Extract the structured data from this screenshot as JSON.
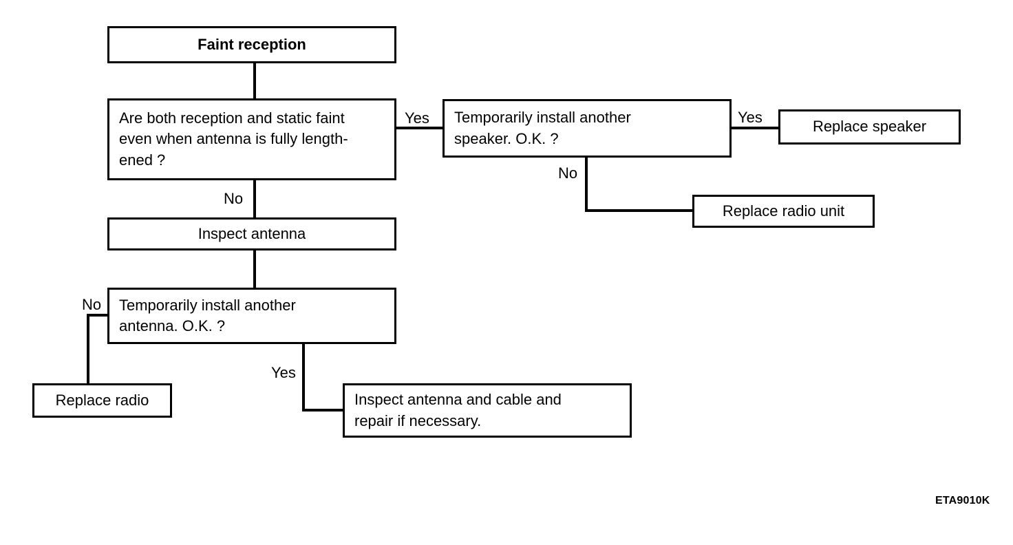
{
  "diagram": {
    "title_box": {
      "text": "Faint reception"
    },
    "nodes": [
      {
        "id": "faint-reception",
        "text": "Faint reception"
      },
      {
        "id": "both-faint-question",
        "line1": "Are both reception and static faint",
        "line2": "even when antenna is fully length-",
        "line3": "ened ?"
      },
      {
        "id": "install-speaker-question",
        "line1": "Temporarily install another",
        "line2": "speaker. O.K. ?"
      },
      {
        "id": "replace-speaker",
        "text": "Replace speaker"
      },
      {
        "id": "replace-radio-unit",
        "text": "Replace radio unit"
      },
      {
        "id": "inspect-antenna",
        "text": "Inspect antenna"
      },
      {
        "id": "install-antenna-question",
        "line1": "Temporarily install another",
        "line2": "antenna. O.K. ?"
      },
      {
        "id": "replace-radio",
        "text": "Replace radio"
      },
      {
        "id": "inspect-antenna-cable",
        "line1": "Inspect antenna and cable and",
        "line2": "repair if necessary."
      }
    ],
    "branch_labels": {
      "both_faint_yes": "Yes",
      "both_faint_no": "No",
      "speaker_yes": "Yes",
      "speaker_no": "No",
      "antenna_no": "No",
      "antenna_yes": "Yes"
    },
    "reference_code": "ETA9010K"
  }
}
